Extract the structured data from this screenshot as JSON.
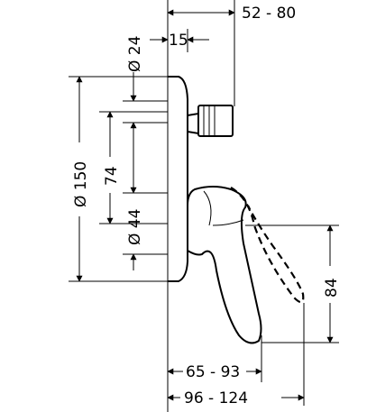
{
  "dimensions": {
    "depth_range": "52 - 80",
    "plate_offset": "15",
    "port_diameter": "Ø 24",
    "plate_diameter": "Ø 150",
    "port_spacing": "74",
    "hub_diameter": "Ø 44",
    "handle_drop": "84",
    "handle_reach_near": "65 - 93",
    "handle_reach_far": "96 - 124"
  }
}
